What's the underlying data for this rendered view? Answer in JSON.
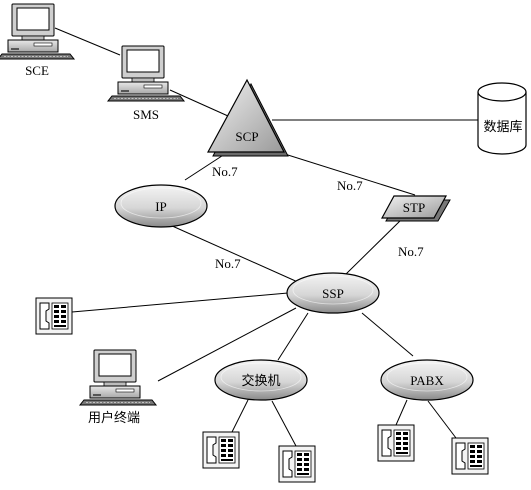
{
  "nodes": {
    "sce": {
      "label": "SCE"
    },
    "sms": {
      "label": "SMS"
    },
    "scp": {
      "label": "SCP"
    },
    "database": {
      "label": "数据库"
    },
    "ip": {
      "label": "IP"
    },
    "stp": {
      "label": "STP"
    },
    "ssp": {
      "label": "SSP"
    },
    "switch": {
      "label": "交换机"
    },
    "pabx": {
      "label": "PABX"
    },
    "user_terminal": {
      "label": "用户终端"
    }
  },
  "links": {
    "scp_ip": "No.7",
    "scp_stp": "No.7",
    "ip_ssp": "No.7",
    "stp_ssp": "No.7"
  }
}
